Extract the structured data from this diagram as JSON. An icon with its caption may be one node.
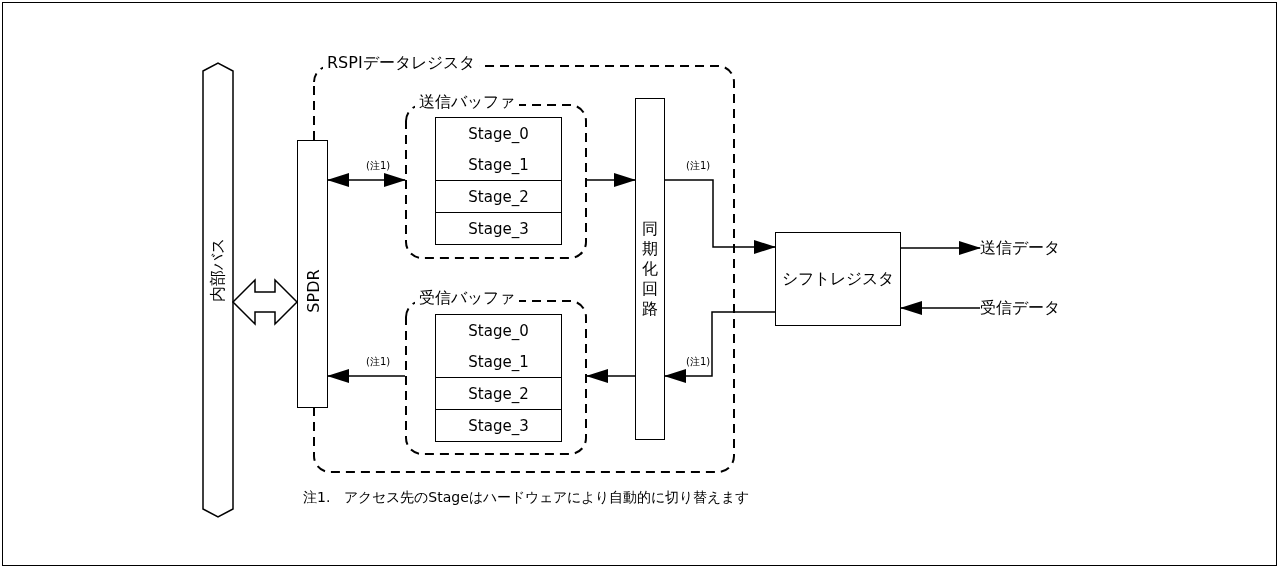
{
  "diagram": {
    "nodes": [
      {
        "text": [
          "RSPIデータレジスタ"
        ]
      },
      {
        "text": [
          "内部バス"
        ]
      },
      {
        "text": [
          "SPDR"
        ]
      },
      {
        "text": [
          "送信バッファ"
        ],
        "in": 0
      },
      {
        "text": [
          "Stage_0"
        ],
        "in": 3
      },
      {
        "text": [
          "Stage_1"
        ],
        "in": 3
      },
      {
        "text": [
          "Stage_2"
        ],
        "in": 3
      },
      {
        "text": [
          "Stage_3"
        ],
        "in": 3
      },
      {
        "text": [
          "受信バッファ"
        ],
        "in": 0
      },
      {
        "text": [
          "Stage_0"
        ],
        "in": 8
      },
      {
        "text": [
          "Stage_1"
        ],
        "in": 8
      },
      {
        "text": [
          "Stage_2"
        ],
        "in": 8
      },
      {
        "text": [
          "Stage_3"
        ],
        "in": 8
      },
      {
        "text": [
          "同期化回路"
        ],
        "in": 0
      },
      {
        "text": [
          "シフトレジスタ"
        ]
      },
      {
        "text": [
          "送信データ"
        ]
      },
      {
        "text": [
          "受信データ"
        ]
      }
    ],
    "edges": [
      {
        "from": 1,
        "to": 2,
        "arrow": "both",
        "style": "thick"
      },
      {
        "from": 2,
        "to": 3,
        "arrow": "both",
        "label": "(注1)"
      },
      {
        "from": 3,
        "to": 13,
        "arrow": "to"
      },
      {
        "from": 13,
        "to": 14,
        "arrow": "to",
        "label": "(注1)"
      },
      {
        "from": 14,
        "to": 15,
        "arrow": "to"
      },
      {
        "from": 16,
        "to": 14,
        "arrow": "to"
      },
      {
        "from": 14,
        "to": 13,
        "arrow": "to",
        "label": "(注1)"
      },
      {
        "from": 13,
        "to": 8,
        "arrow": "to"
      },
      {
        "from": 8,
        "to": 2,
        "arrow": "to",
        "label": "(注1)"
      }
    ],
    "labels": [
      "注1.　アクセス先のStageはハードウェアにより自動的に切り替えます"
    ]
  }
}
